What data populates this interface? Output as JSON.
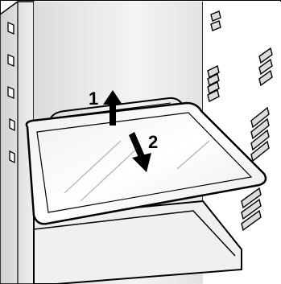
{
  "diagram": {
    "step_labels": [
      "1",
      "2"
    ],
    "step_descriptions": {
      "1": "lift-shelf-up",
      "2": "pull-shelf-out-down"
    },
    "colors": {
      "outline": "#000000",
      "shade": "#c8c8c8",
      "light": "#e6e6e6",
      "glass": "#f2f2f2"
    }
  }
}
